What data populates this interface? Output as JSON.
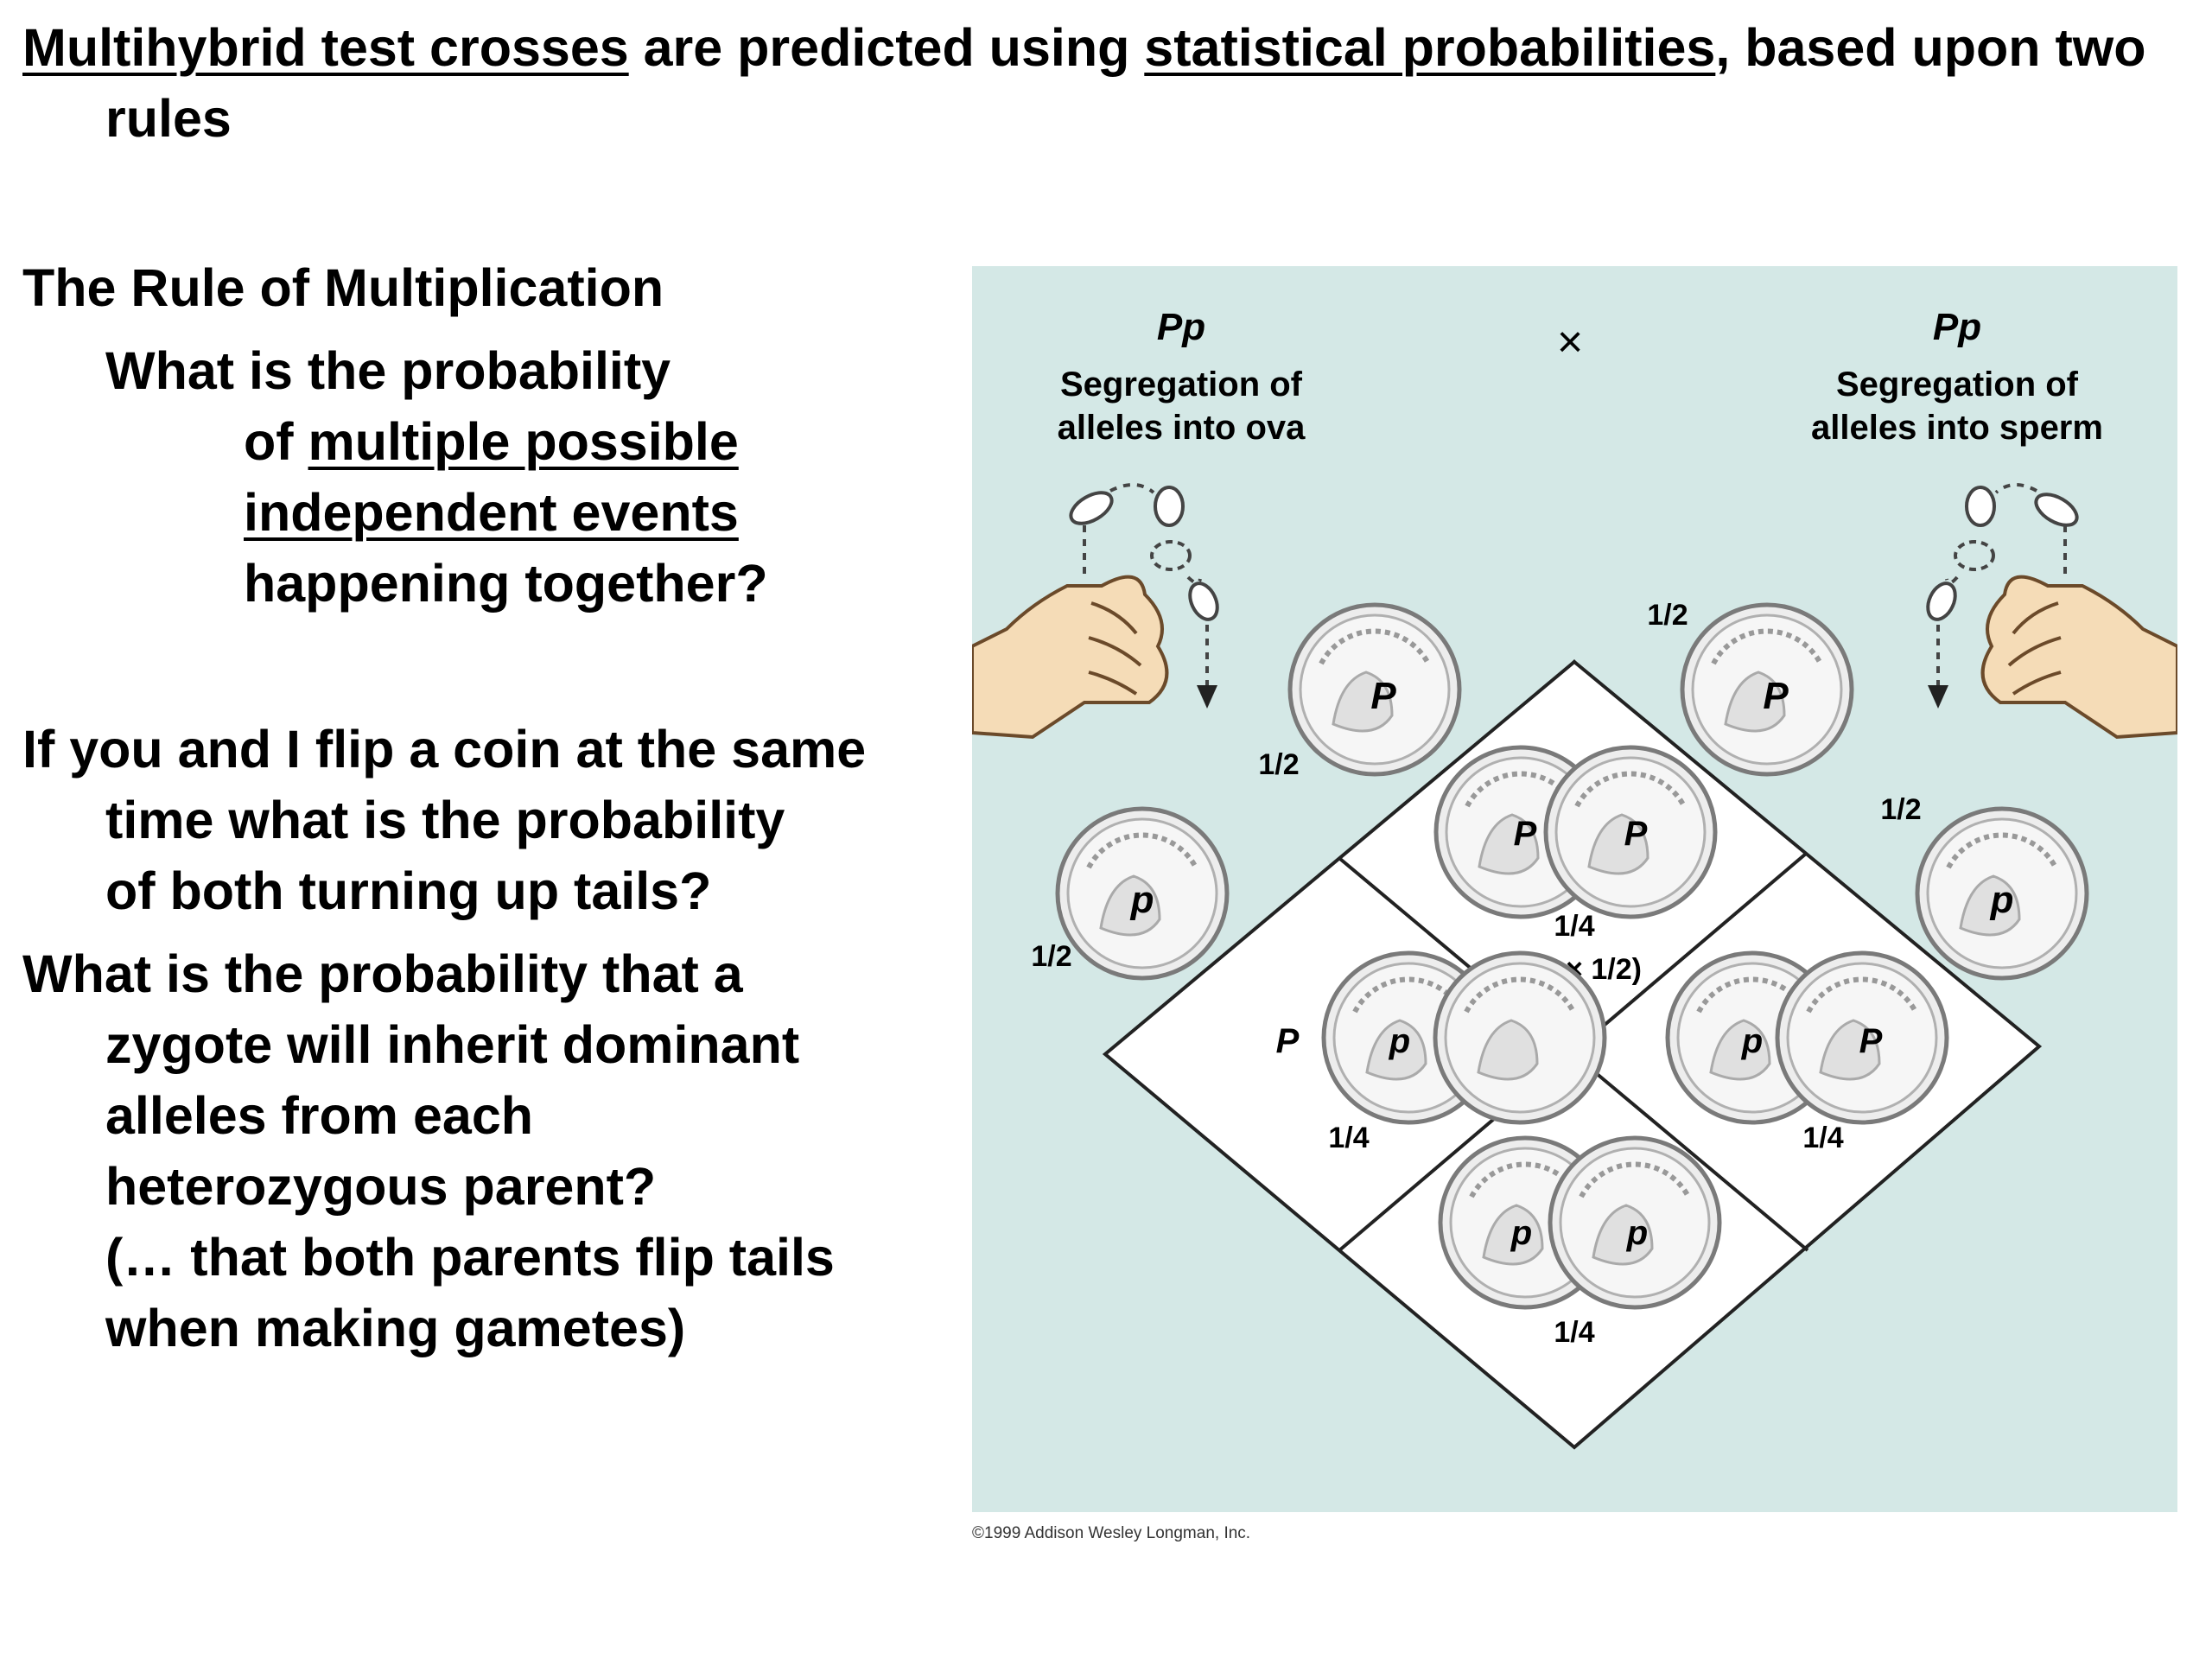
{
  "title": {
    "part1": "Multihybrid test crosses",
    "part2": " are predicted using ",
    "part3": "statistical probabilities",
    "part4": ", based upon two",
    "line2": "rules"
  },
  "rule_heading": "The Rule of Multiplication",
  "question1": {
    "line1": "What is the probability",
    "line2_prefix": "of ",
    "line2_underlined": "multiple possible",
    "line3_underlined": "independent events",
    "line4": "happening together?"
  },
  "coin_question": {
    "line1": "If you and I flip a coin at the same",
    "line2": "time what is the probability",
    "line3": "of both turning up tails?"
  },
  "zygote_question": {
    "line1": "What is the probability that a",
    "line2": "zygote will inherit dominant",
    "line3": "alleles from each",
    "line4": "heterozygous parent?",
    "line5": "(… that both parents flip tails",
    "line6": "when making gametes)"
  },
  "figure": {
    "left_parent": {
      "genotype": "Pp",
      "caption_line1": "Segregation of",
      "caption_line2": "alleles into ova"
    },
    "right_parent": {
      "genotype": "Pp",
      "caption_line1": "Segregation of",
      "caption_line2": "alleles into sperm"
    },
    "cross_symbol": "×",
    "allele_dominant": "P",
    "allele_recessive": "p",
    "prob_half": "1/2",
    "prob_quarter": "1/4",
    "product_label": "(1/2 × 1/2)",
    "copyright": "©1999 Addison Wesley Longman, Inc.",
    "colors": {
      "background": "#d4e8e6",
      "skin": "#f5dcb7",
      "coin_face": "#ededed",
      "coin_rim": "#8a8a8a"
    }
  }
}
